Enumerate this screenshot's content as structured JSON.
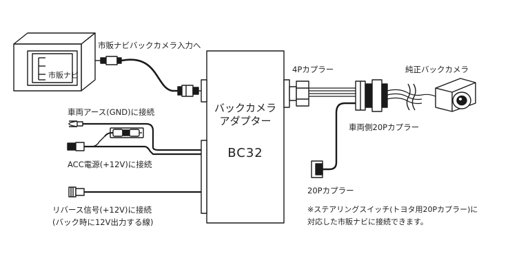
{
  "labels": {
    "nav_input": "市販ナビバックカメラ入力へ",
    "nav_device": "市販ナビ",
    "ground": "車両アース(GND)に接続",
    "acc": "ACC電源(+12V)に接続",
    "reverse_line1": "リバース信号(+12V)に接続",
    "reverse_line2": "(バック時に12V出力する線)",
    "adapter_line1": "バックカメラ",
    "adapter_line2": "アダプター",
    "adapter_model": "BC32",
    "coupler_4p": "4Pカプラー",
    "camera": "純正バックカメラ",
    "vehicle_coupler": "車両側20Pカプラー",
    "coupler_20p": "20Pカプラー",
    "note_line1": "※ステアリングスイッチ(トヨタ用20Pカプラー)に",
    "note_line2": "対応した市販ナビに接続できます。"
  }
}
